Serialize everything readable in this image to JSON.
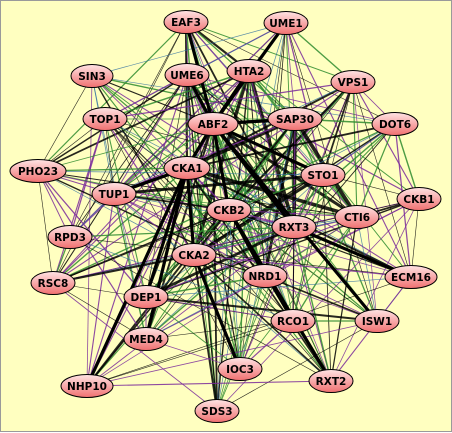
{
  "colors": {
    "background": "#ffffc0",
    "node_fill_light": "#ffe4e4",
    "node_fill_dark": "#f07070",
    "node_stroke": "#000000",
    "edge_black": "#000000",
    "edge_green": "#2e8b2e",
    "edge_purple": "#7a2a9a",
    "edge_blue": "#2f6fa0"
  },
  "nodes": [
    {
      "id": "EAF3",
      "label": "EAF3"
    },
    {
      "id": "UME1",
      "label": "UME1"
    },
    {
      "id": "SIN3",
      "label": "SIN3"
    },
    {
      "id": "UME6",
      "label": "UME6"
    },
    {
      "id": "HTA2",
      "label": "HTA2"
    },
    {
      "id": "VPS1",
      "label": "VPS1"
    },
    {
      "id": "TOP1",
      "label": "TOP1"
    },
    {
      "id": "ABF2",
      "label": "ABF2"
    },
    {
      "id": "SAP30",
      "label": "SAP30"
    },
    {
      "id": "DOT6",
      "label": "DOT6"
    },
    {
      "id": "PHO23",
      "label": "PHO23"
    },
    {
      "id": "CKA1",
      "label": "CKA1"
    },
    {
      "id": "STO1",
      "label": "STO1"
    },
    {
      "id": "TUP1",
      "label": "TUP1"
    },
    {
      "id": "CKB1",
      "label": "CKB1"
    },
    {
      "id": "CKB2",
      "label": "CKB2"
    },
    {
      "id": "CTI6",
      "label": "CTI6"
    },
    {
      "id": "RXT3",
      "label": "RXT3"
    },
    {
      "id": "RPD3",
      "label": "RPD3"
    },
    {
      "id": "CKA2",
      "label": "CKA2"
    },
    {
      "id": "NRD1",
      "label": "NRD1"
    },
    {
      "id": "ECM16",
      "label": "ECM16"
    },
    {
      "id": "RSC8",
      "label": "RSC8"
    },
    {
      "id": "DEP1",
      "label": "DEP1"
    },
    {
      "id": "RCO1",
      "label": "RCO1"
    },
    {
      "id": "ISW1",
      "label": "ISW1"
    },
    {
      "id": "MED4",
      "label": "MED4"
    },
    {
      "id": "IOC3",
      "label": "IOC3"
    },
    {
      "id": "NHP10",
      "label": "NHP10"
    },
    {
      "id": "RXT2",
      "label": "RXT2"
    },
    {
      "id": "SDS3",
      "label": "SDS3"
    }
  ]
}
